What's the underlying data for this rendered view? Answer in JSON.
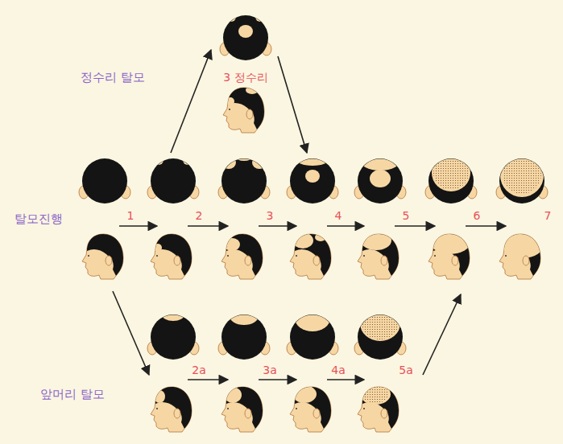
{
  "diagram": {
    "labels": [
      "정수리 탈모",
      "3 정수리",
      "탈모진행",
      "1",
      "2",
      "3",
      "4",
      "5",
      "6",
      "7",
      "2a",
      "3a",
      "4a",
      "5a",
      "앞머리 탈모"
    ]
  }
}
